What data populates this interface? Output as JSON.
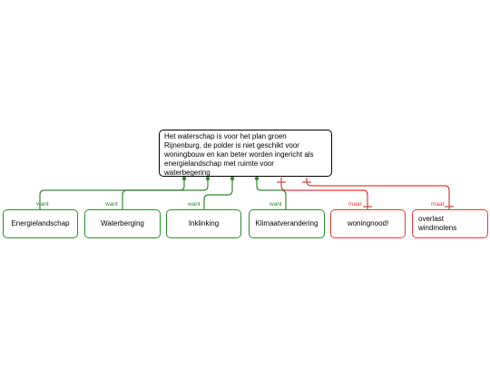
{
  "root": {
    "text": "Het waterschap is voor het plan groen\nRijnenburg, de polder is niet geschikt voor\nwoningbouw en kan beter worden ingericht als\nenergielandschap met ruimte voor\nwaterbegering"
  },
  "children": [
    {
      "label": "Energielandschap",
      "relation": "want",
      "type": "support"
    },
    {
      "label": "Waterberging",
      "relation": "want",
      "type": "support"
    },
    {
      "label": "Inklinking",
      "relation": "want",
      "type": "support"
    },
    {
      "label": "Klimaatverandering",
      "relation": "want",
      "type": "support"
    },
    {
      "label": "woningnood!",
      "relation": "maar",
      "type": "objection"
    },
    {
      "label": "overlast\nwindmolens",
      "relation": "maar",
      "type": "objection"
    }
  ],
  "colors": {
    "support": "#2e8b2e",
    "objection": "#e23a3a",
    "root_border": "#000000"
  }
}
